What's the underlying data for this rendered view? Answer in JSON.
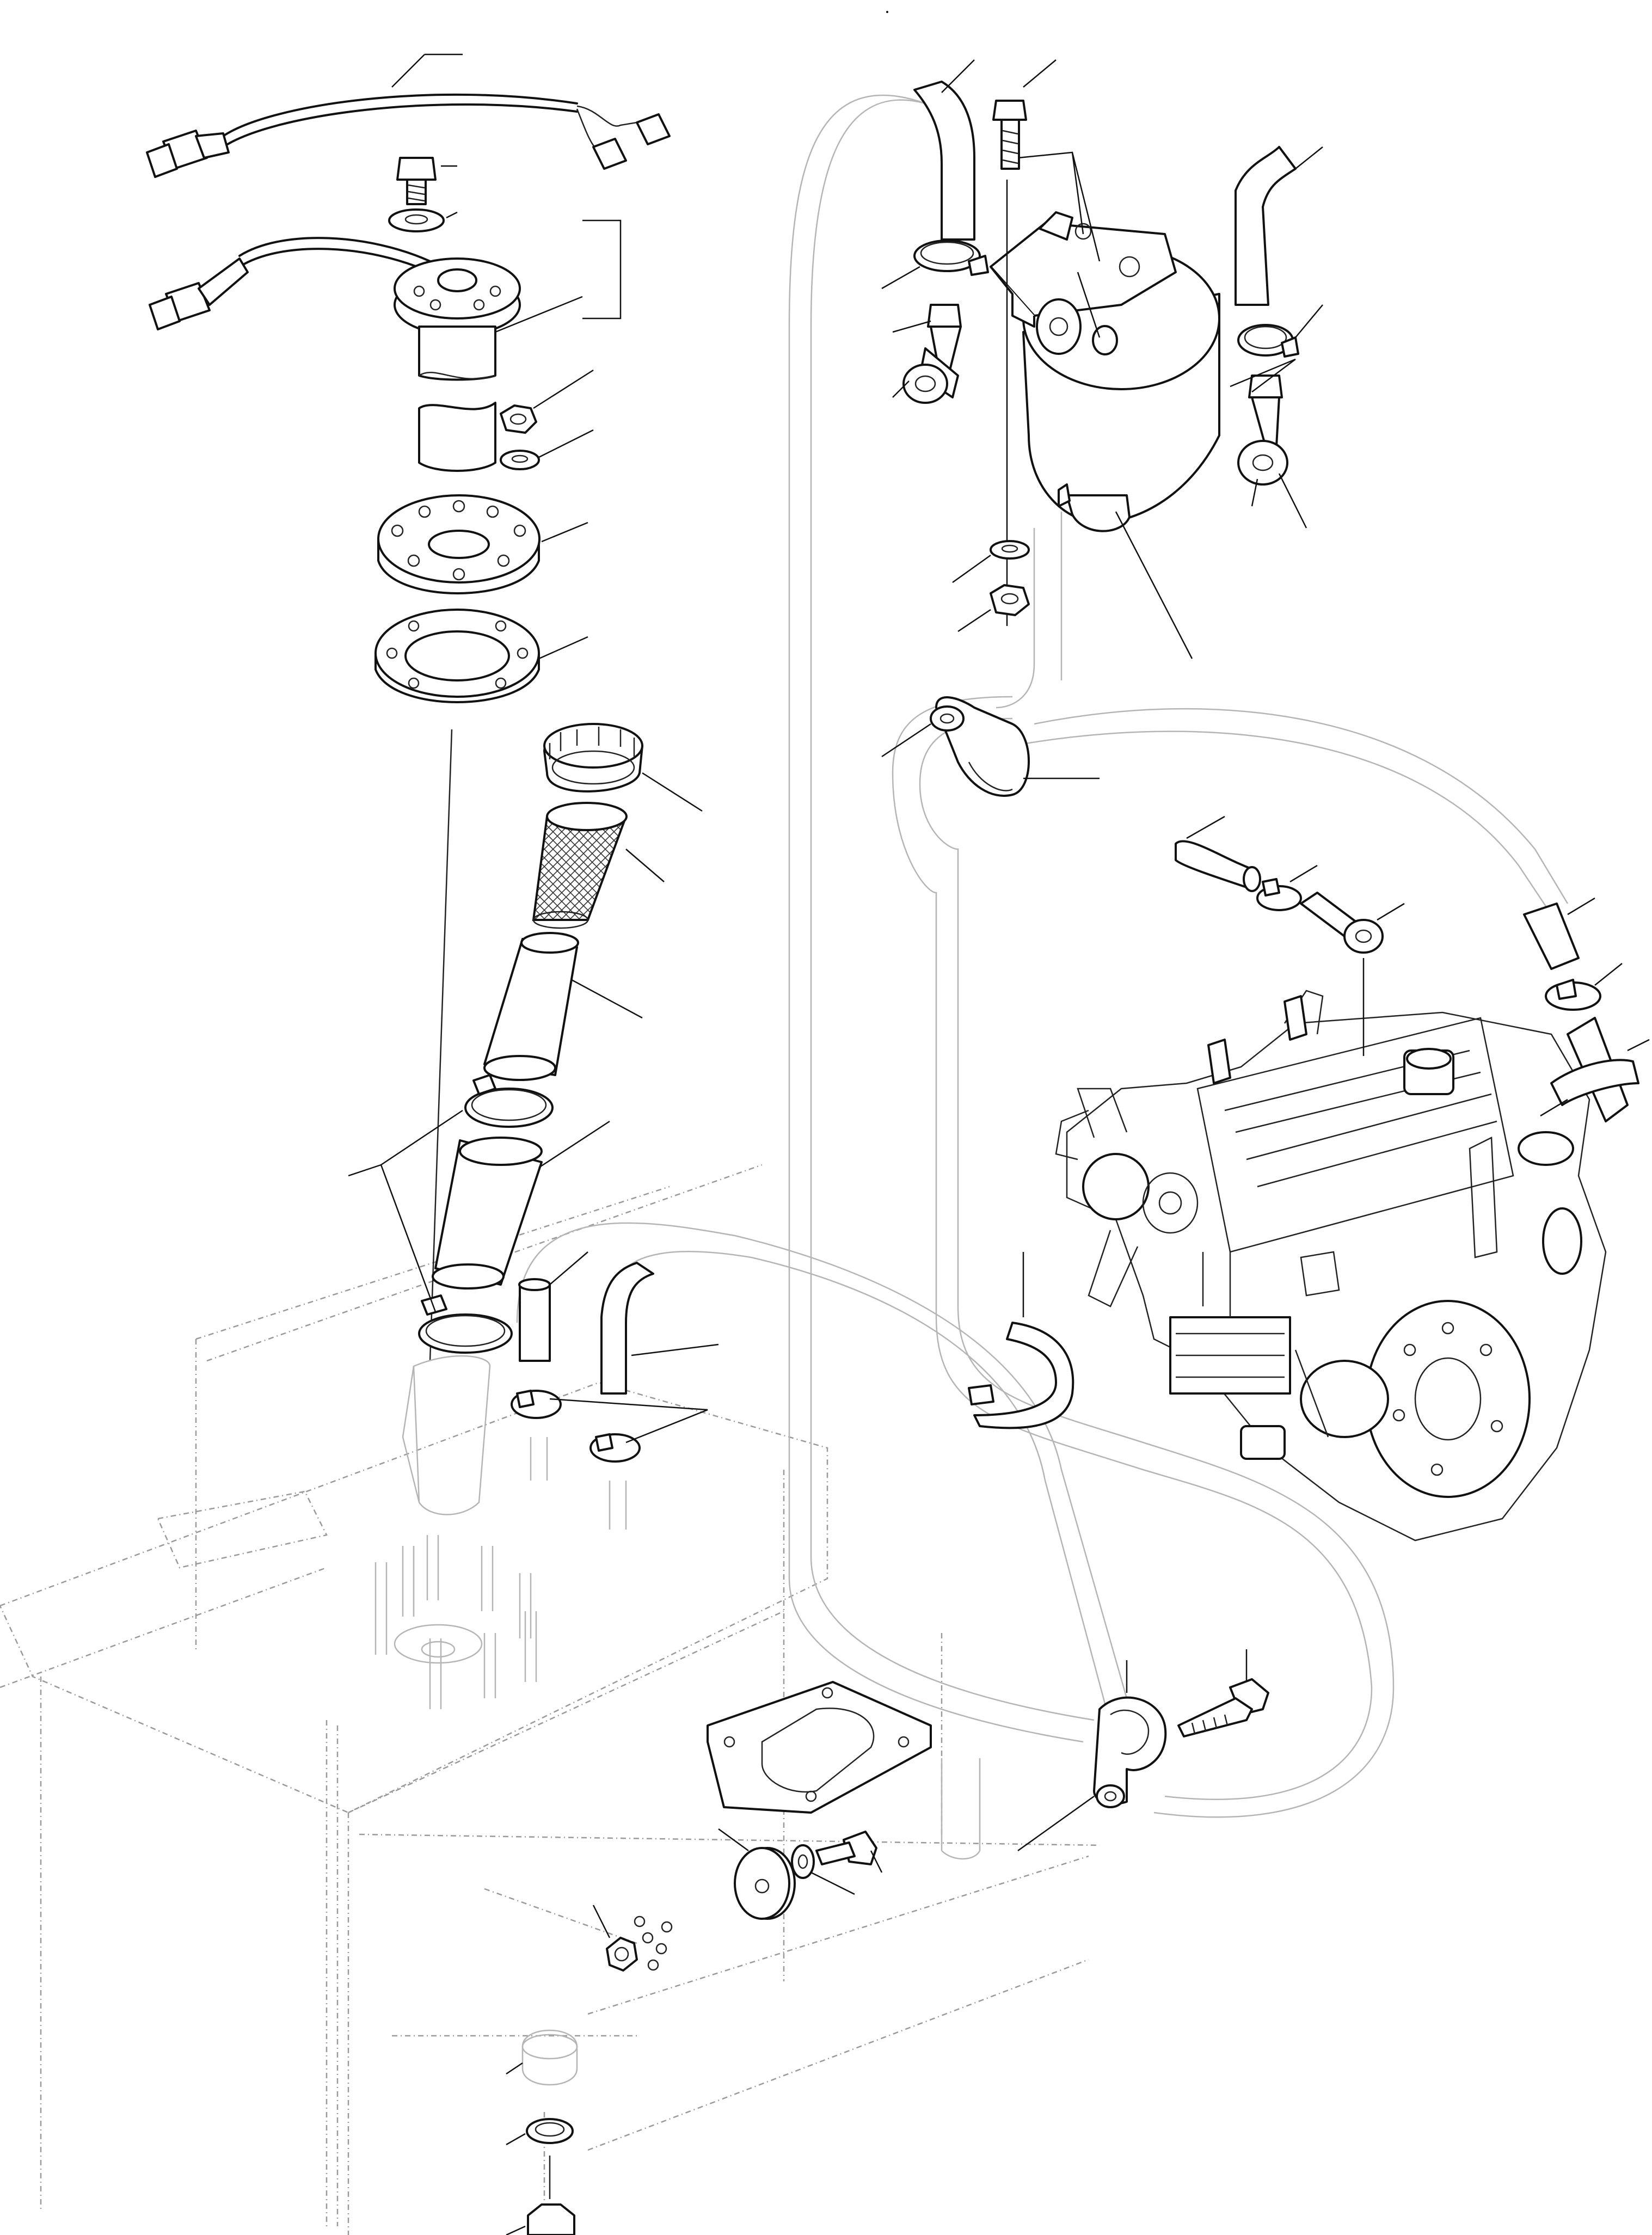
{
  "diagram": {
    "colors": {
      "ink": "#111111",
      "phantom": "#9a9a9a",
      "background": "#ffffff"
    },
    "parts": [
      {
        "id": "wire-harness",
        "icon": "wire-harness-icon"
      },
      {
        "id": "fuel-sender-bolt",
        "icon": "bolt-icon"
      },
      {
        "id": "fuel-sender-washer",
        "icon": "washer-icon"
      },
      {
        "id": "fuel-level-sender",
        "icon": "sender-unit-icon"
      },
      {
        "id": "sender-nut",
        "icon": "nut-icon"
      },
      {
        "id": "sender-washer",
        "icon": "washer-icon"
      },
      {
        "id": "mounting-flange",
        "icon": "flange-icon"
      },
      {
        "id": "flange-gasket",
        "icon": "gasket-icon"
      },
      {
        "id": "filler-cap-ring",
        "icon": "cap-ring-icon"
      },
      {
        "id": "filler-strainer",
        "icon": "strainer-icon"
      },
      {
        "id": "filler-tube-upper",
        "icon": "tube-icon"
      },
      {
        "id": "hose-clamp",
        "icon": "clamp-icon"
      },
      {
        "id": "filler-tube-lower",
        "icon": "tube-icon"
      },
      {
        "id": "fuel-hose",
        "icon": "hose-icon"
      },
      {
        "id": "fuel-filter-water-separator",
        "icon": "filter-icon"
      },
      {
        "id": "banjo-fitting",
        "icon": "banjo-icon"
      },
      {
        "id": "p-clip",
        "icon": "p-clip-icon"
      },
      {
        "id": "strap",
        "icon": "strap-icon"
      },
      {
        "id": "engine",
        "icon": "engine-icon"
      },
      {
        "id": "access-cover-plate",
        "icon": "plate-icon"
      },
      {
        "id": "rubber-mount",
        "icon": "grommet-icon"
      },
      {
        "id": "drain-plug",
        "icon": "drain-plug-icon"
      },
      {
        "id": "fuel-tank",
        "icon": "tank-icon"
      }
    ]
  }
}
